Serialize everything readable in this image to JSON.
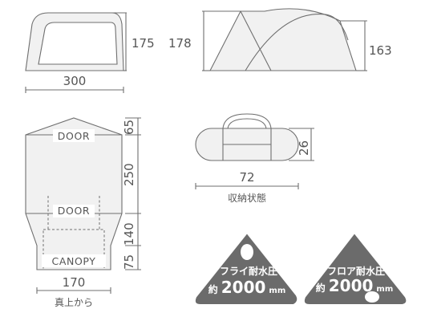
{
  "side_view": {
    "height": "175",
    "width": "300"
  },
  "front_view": {
    "height_left": "178",
    "height_right": "163"
  },
  "top_view": {
    "door_front": "DOOR",
    "door_rear": "DOOR",
    "canopy": "CANOPY",
    "seg_1": "65",
    "seg_2": "250",
    "seg_3": "140",
    "seg_4": "75",
    "width": "170",
    "caption": "真上から"
  },
  "storage": {
    "height": "26",
    "length": "72",
    "caption": "収納状態"
  },
  "badges": [
    {
      "title": "フライ耐水圧",
      "prefix": "約",
      "value": "2000",
      "unit": "mm"
    },
    {
      "title": "フロア耐水圧",
      "prefix": "約",
      "value": "2000",
      "unit": "mm"
    }
  ],
  "colors": {
    "line": "#6f6f6f",
    "fill": "#f1f1f1",
    "badge": "#6b6b6b",
    "text": "#555555"
  }
}
